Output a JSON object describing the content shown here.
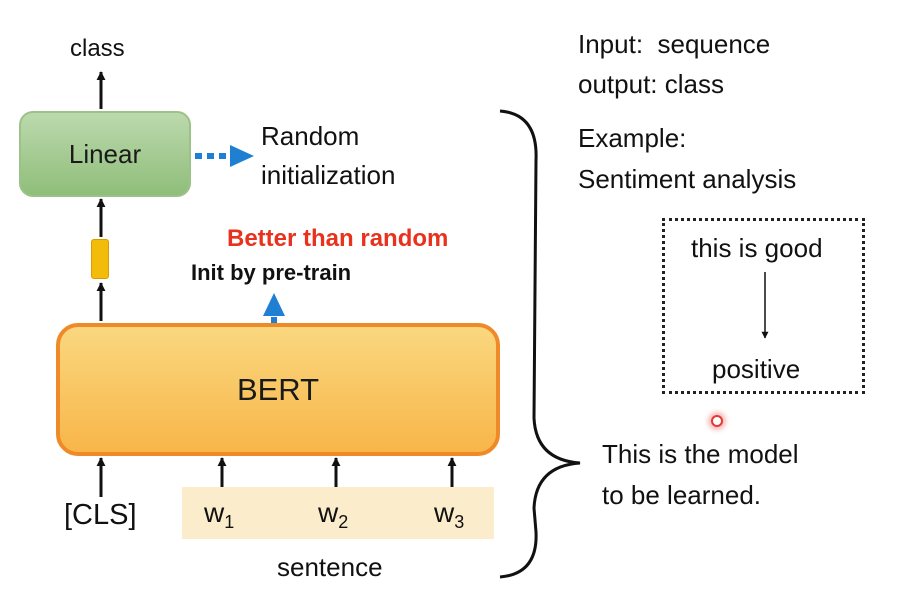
{
  "output_label": "class",
  "linear_label": "Linear",
  "random_init": {
    "line1": "Random",
    "line2": "initialization"
  },
  "better_than_random": "Better than random",
  "init_by_pretrain": "Init by pre-train",
  "bert_label": "BERT",
  "cls_token": "[CLS]",
  "tokens": [
    {
      "base": "w",
      "sub": "1"
    },
    {
      "base": "w",
      "sub": "2"
    },
    {
      "base": "w",
      "sub": "3"
    }
  ],
  "sentence_label": "sentence",
  "info": {
    "input_line": "Input:  sequence",
    "output_line": "output: class",
    "example_label": "Example:",
    "example_task": "Sentiment analysis"
  },
  "example": {
    "input": "this is good",
    "output": "positive"
  },
  "model_note": {
    "line1": "This is the model",
    "line2": "to be learned."
  },
  "colors": {
    "linear_fill": "#a7cc94",
    "bert_fill": "#f9c660",
    "bert_border": "#ee8a27",
    "cls_vector": "#f4bc0a",
    "dotted_arrow": "#1e7fd3",
    "highlight_text": "#e8321e",
    "token_band": "#fbeccb"
  }
}
